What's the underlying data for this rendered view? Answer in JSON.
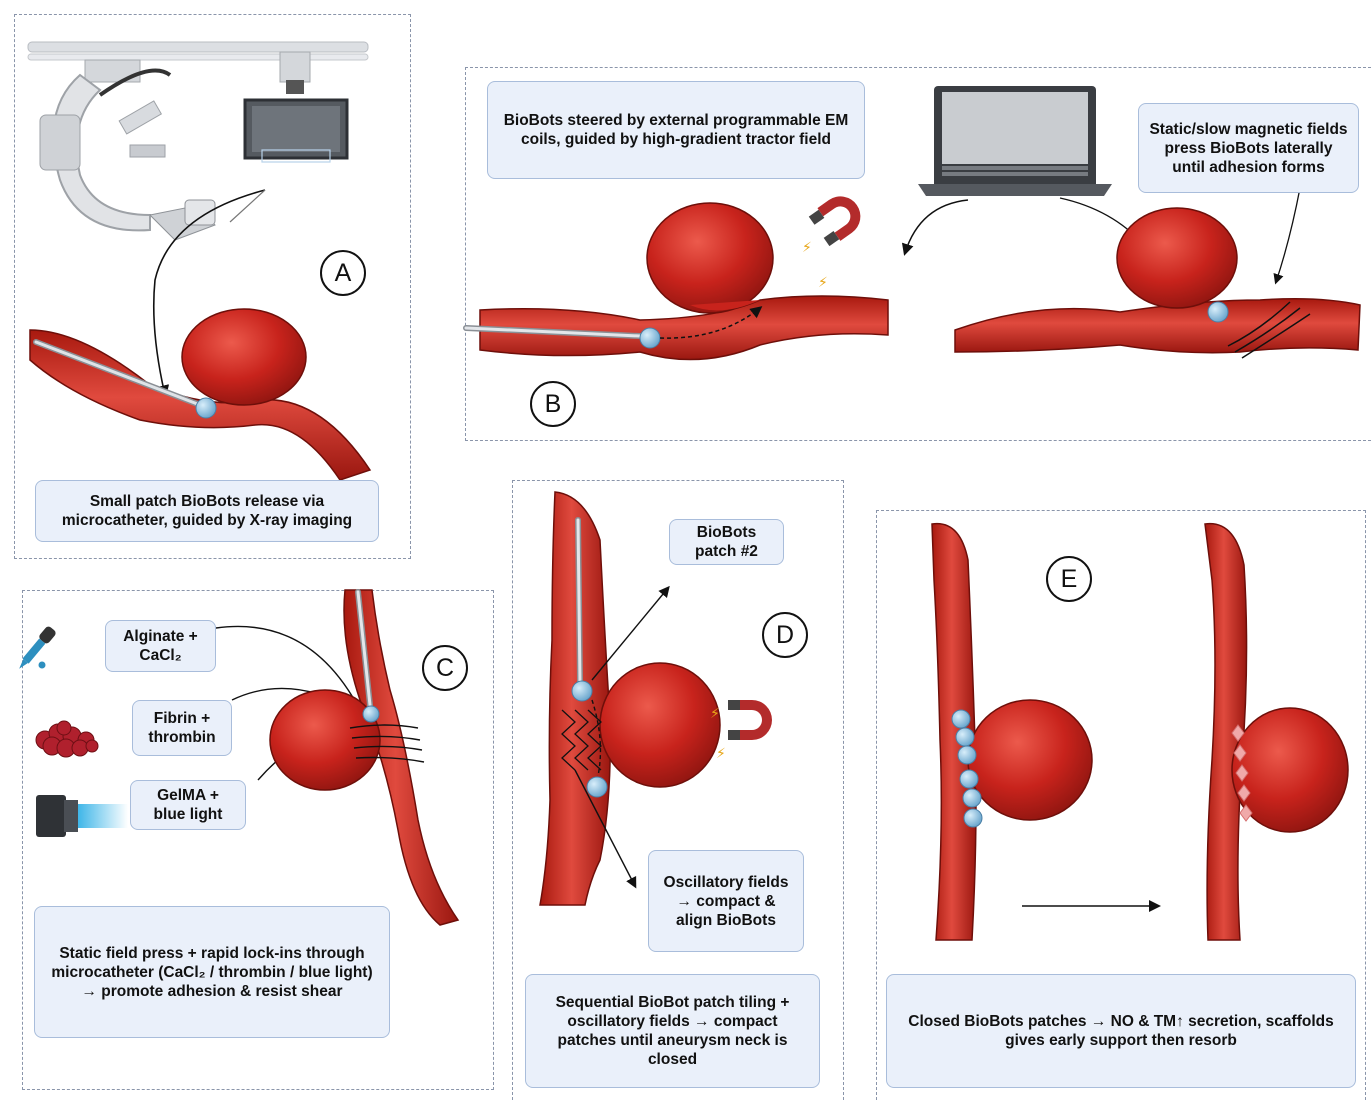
{
  "panels": {
    "a": {
      "letter": "A",
      "caption": "Small patch BioBots release via microcatheter, guided by X-ray imaging"
    },
    "b": {
      "letter": "B",
      "caption_left": "BioBots steered by external programmable EM coils, guided by high-gradient tractor field",
      "caption_right": "Static/slow magnetic fields press BioBots laterally until adhesion forms"
    },
    "c": {
      "letter": "C",
      "labels": [
        "Alginate + CaCl₂",
        "Fibrin + thrombin",
        "GelMA + blue light"
      ],
      "caption": "Static field press + rapid lock-ins through microcatheter (CaCl₂ / thrombin / blue light) → promote adhesion & resist shear"
    },
    "d": {
      "letter": "D",
      "label_patch": "BioBots patch #2",
      "label_osc": "Oscillatory fields → compact & align BioBots",
      "caption": "Sequential BioBot patch tiling + oscillatory fields → compact patches until aneurysm neck is closed"
    },
    "e": {
      "letter": "E",
      "caption": "Closed BioBots patches → NO & TM↑ secretion, scaffolds gives early support then resorb"
    }
  },
  "colors": {
    "vessel": "#c8231c",
    "vessel_dark": "#8e1510",
    "vessel_light": "#e8554a",
    "biobot": "#8fc6e6",
    "caption_bg": "#eaf0fa",
    "caption_border": "#a9bddb",
    "panel_border": "#8a95aa",
    "magnet": "#b32b2b"
  }
}
